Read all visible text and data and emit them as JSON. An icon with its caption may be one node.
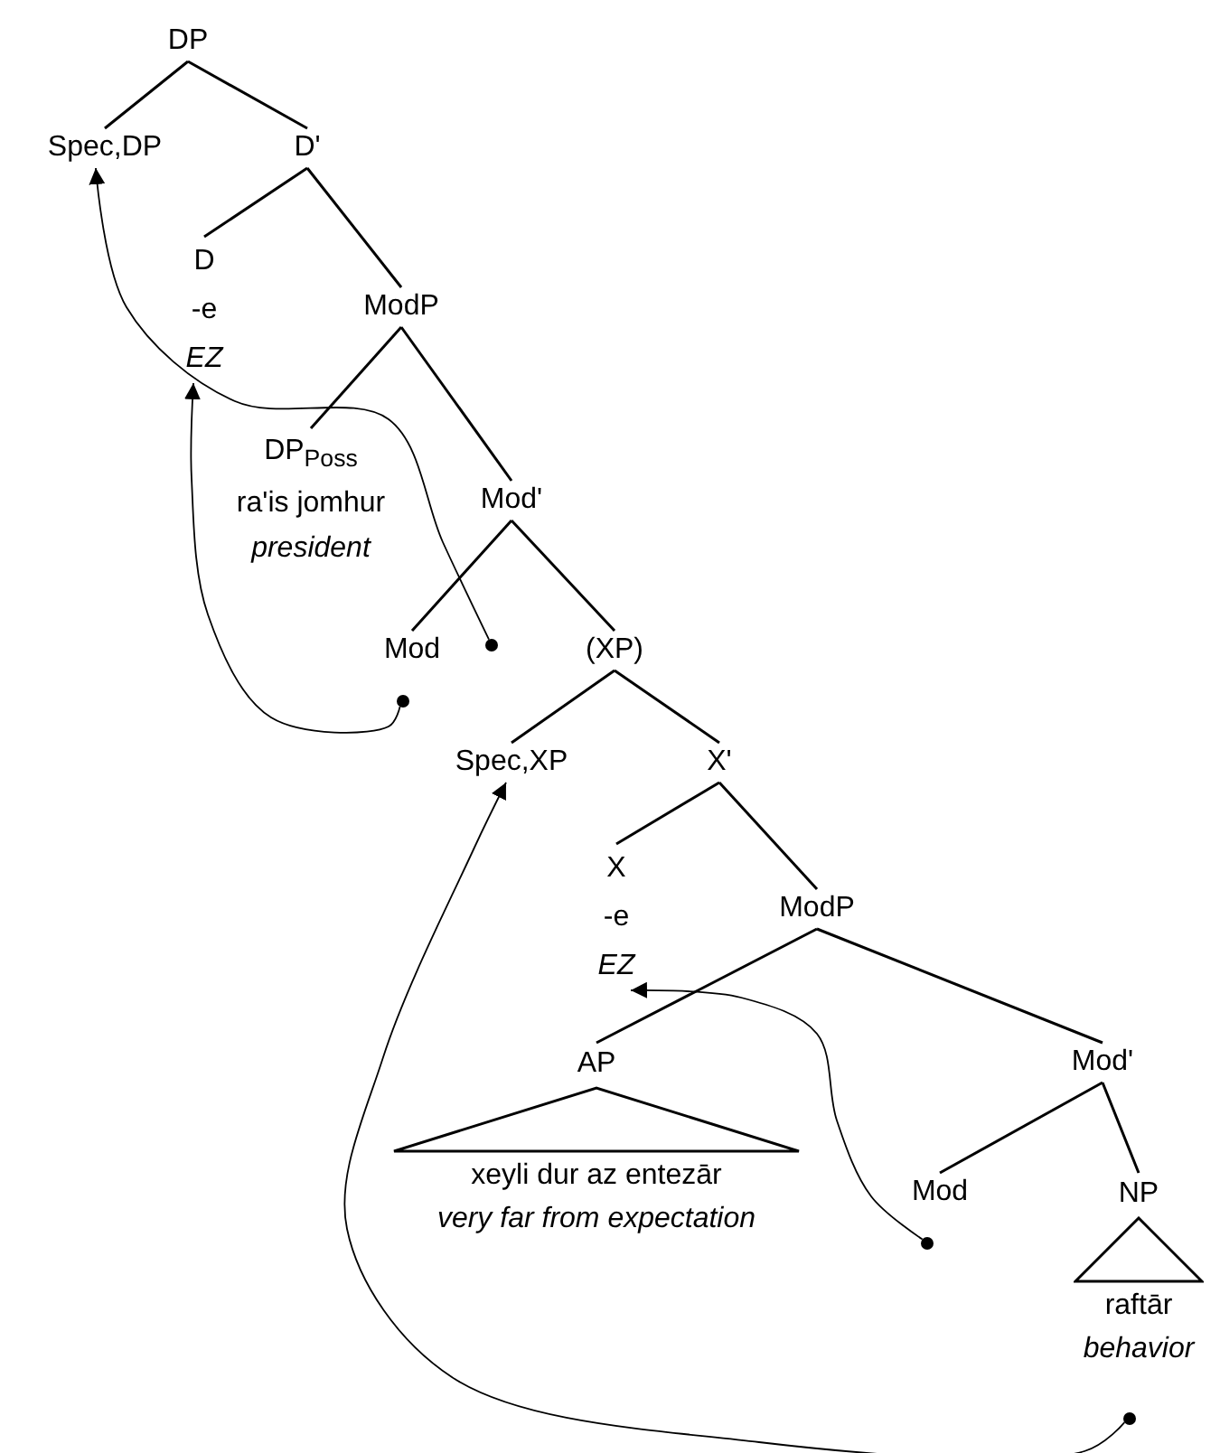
{
  "diagram": {
    "nodes": [
      {
        "text": [
          "DP"
        ]
      },
      {
        "text": [
          "Spec,DP"
        ]
      },
      {
        "text": [
          "D'"
        ]
      },
      {
        "text": [
          "D",
          "-e",
          "EZ"
        ]
      },
      {
        "text": [
          "ModP"
        ]
      },
      {
        "text": [
          "DP$_{Poss}$",
          "ra'is jomhur",
          "president"
        ]
      },
      {
        "text": [
          "Mod'"
        ]
      },
      {
        "text": [
          "Mod"
        ]
      },
      {
        "text": [],
        "shape": "circle"
      },
      {
        "text": [
          "(XP)"
        ]
      },
      {
        "text": [],
        "shape": "circle"
      },
      {
        "text": [
          "Spec,XP"
        ]
      },
      {
        "text": [
          "X'"
        ]
      },
      {
        "text": [
          "X",
          "-e",
          "EZ"
        ]
      },
      {
        "text": [
          "ModP"
        ]
      },
      {
        "text": [
          "AP",
          "xeyli dur az entezār",
          "very far from expectation"
        ]
      },
      {
        "text": [
          "Mod'"
        ]
      },
      {
        "text": [
          "Mod"
        ]
      },
      {
        "text": [
          "NP",
          "raftār",
          "behavior"
        ]
      },
      {
        "text": [],
        "shape": "circle"
      },
      {
        "text": [],
        "shape": "circle"
      },
      {
        "text": [],
        "shape": "triangle",
        "in": 15
      },
      {
        "text": [],
        "shape": "triangle",
        "in": 18
      }
    ],
    "edges": [
      {
        "from": 0,
        "to": 1,
        "arrow": "none"
      },
      {
        "from": 0,
        "to": 2,
        "arrow": "none"
      },
      {
        "from": 2,
        "to": 3,
        "arrow": "none"
      },
      {
        "from": 2,
        "to": 4,
        "arrow": "none"
      },
      {
        "from": 4,
        "to": 5,
        "arrow": "none"
      },
      {
        "from": 4,
        "to": 6,
        "arrow": "none"
      },
      {
        "from": 6,
        "to": 7,
        "arrow": "none"
      },
      {
        "from": 6,
        "to": 9,
        "arrow": "none"
      },
      {
        "from": 9,
        "to": 11,
        "arrow": "none"
      },
      {
        "from": 9,
        "to": 12,
        "arrow": "none"
      },
      {
        "from": 12,
        "to": 13,
        "arrow": "none"
      },
      {
        "from": 12,
        "to": 14,
        "arrow": "none"
      },
      {
        "from": 14,
        "to": 15,
        "arrow": "none"
      },
      {
        "from": 14,
        "to": 16,
        "arrow": "none"
      },
      {
        "from": 16,
        "to": 17,
        "arrow": "none"
      },
      {
        "from": 16,
        "to": 18,
        "arrow": "none"
      },
      {
        "from": 8,
        "to": 1,
        "arrow": "to"
      },
      {
        "from": 10,
        "to": 3,
        "arrow": "to"
      },
      {
        "from": 19,
        "to": 13,
        "arrow": "to"
      },
      {
        "from": 20,
        "to": 11,
        "arrow": "to"
      }
    ]
  }
}
